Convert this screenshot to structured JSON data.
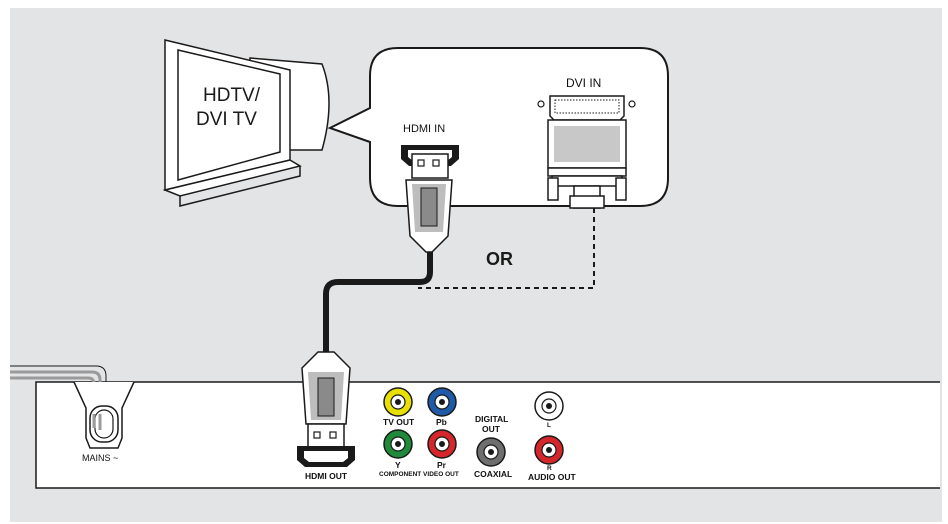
{
  "tv": {
    "line1": "HDTV/",
    "line2": "DVI TV"
  },
  "callout": {
    "hdmi_in": "HDMI IN",
    "dvi_in": "DVI IN"
  },
  "or_text": "OR",
  "player": {
    "hdmi_out": "HDMI OUT",
    "tv_out": "TV OUT",
    "pb": "Pb",
    "y": "Y",
    "pr": "Pr",
    "component_video_out": "COMPONENT VIDEO OUT",
    "digital_out_1": "DIGITAL",
    "digital_out_2": "OUT",
    "coaxial": "COAXIAL",
    "left": "L",
    "right": "R",
    "audio_out": "AUDIO OUT",
    "mains": "MAINS ~"
  },
  "colors": {
    "background": "#e3e4e5",
    "yellow_jack": "#e8e000",
    "blue_jack": "#1f5aa8",
    "green_jack": "#1f8a3a",
    "red_jack": "#d4262b"
  }
}
